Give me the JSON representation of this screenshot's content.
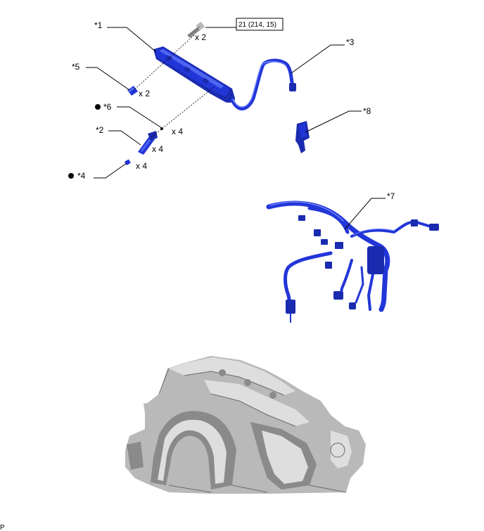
{
  "callouts": {
    "c1": "*1",
    "c2": "*2",
    "c3": "*3",
    "c4": "*4",
    "c5": "*5",
    "c6": "*6",
    "c7": "*7",
    "c8": "*8"
  },
  "quantities": {
    "bolt": "x 2",
    "p5": "x 2",
    "p6": "x 4",
    "p2": "x 4",
    "p4": "x 4"
  },
  "torque": "21 (214, 15)",
  "corner_mark": "P",
  "colors": {
    "part_blue": "#2236d8",
    "engine_gray": "#b9b9b9"
  },
  "icons": {
    "replace_marker": "filled-circle"
  }
}
